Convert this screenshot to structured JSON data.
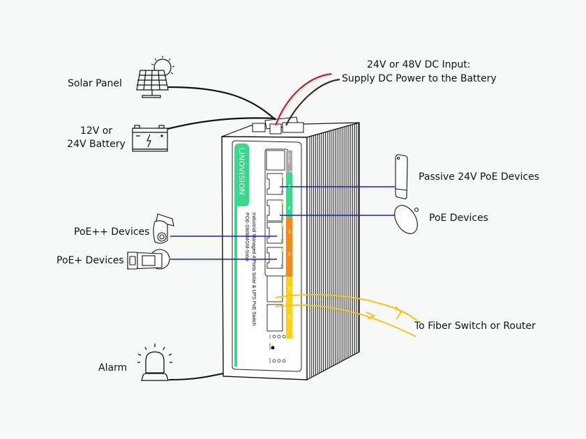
{
  "diagram": {
    "title": "Industrial Managed 4 Ports Solar & UPS PoE Switch connection diagram",
    "device": {
      "brand": "LINOVISION",
      "description": "Industrial Managed 4 Ports Solar & UPS PoE Switch",
      "model": "POE-SW804GM-Solar",
      "ports": [
        {
          "label": "Console",
          "type": "console",
          "color": "#a9a9a9"
        },
        {
          "label": "P1",
          "type": "rj45",
          "color": "#3dd68c"
        },
        {
          "label": "P2",
          "type": "rj45",
          "color": "#3dd68c"
        },
        {
          "label": "P3",
          "type": "rj45",
          "color": "#f5891f"
        },
        {
          "label": "P4",
          "type": "rj45",
          "color": "#f5891f"
        },
        {
          "label": "X1",
          "type": "sfp",
          "color": "#f8d21e"
        },
        {
          "label": "X2",
          "type": "sfp",
          "color": "#f8d21e"
        }
      ],
      "led_rows": [
        "SYS",
        "RESET",
        "PWR"
      ]
    },
    "labels": {
      "solar": "Solar Panel",
      "battery_line1": "12V or",
      "battery_line2": "24V Battery",
      "dc_line1": "24V or 48V DC Input:",
      "dc_line2": "Supply DC Power to the Battery",
      "passive": "Passive 24V PoE Devices",
      "poe": "PoE Devices",
      "poepp": "PoE++ Devices",
      "poep": "PoE+ Devices",
      "fiber": "To Fiber Switch or Router",
      "alarm": "Alarm"
    },
    "icons": [
      "solar-panel-icon",
      "battery-icon",
      "ptz-camera-icon",
      "bullet-camera-icon",
      "access-point-icon",
      "dish-antenna-icon",
      "alarm-light-icon"
    ],
    "colors": {
      "brand_green": "#3dd68c",
      "poe_orange": "#f5891f",
      "fiber_yellow": "#f5c518",
      "ethernet_blue": "#1a1adc",
      "dc_red": "#e0141e",
      "cable_black": "#111111"
    }
  }
}
